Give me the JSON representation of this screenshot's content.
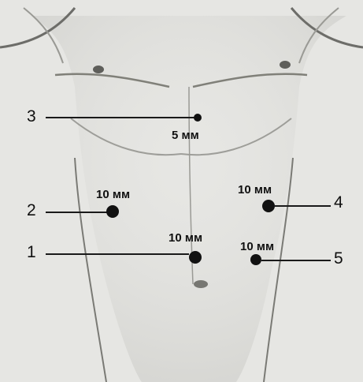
{
  "markers": [
    {
      "number": "1",
      "size_label": "10 мм"
    },
    {
      "number": "2",
      "size_label": "10 мм"
    },
    {
      "number": "3",
      "size_label": "5 мм"
    },
    {
      "number": "4",
      "size_label": "10 мм"
    },
    {
      "number": "5",
      "size_label": "10 мм"
    }
  ],
  "colors": {
    "ink": "#111111",
    "paper": "#e6e6e3",
    "skin_shade": "#b9b9b4"
  },
  "illustration": "anatomical-torso-photo"
}
